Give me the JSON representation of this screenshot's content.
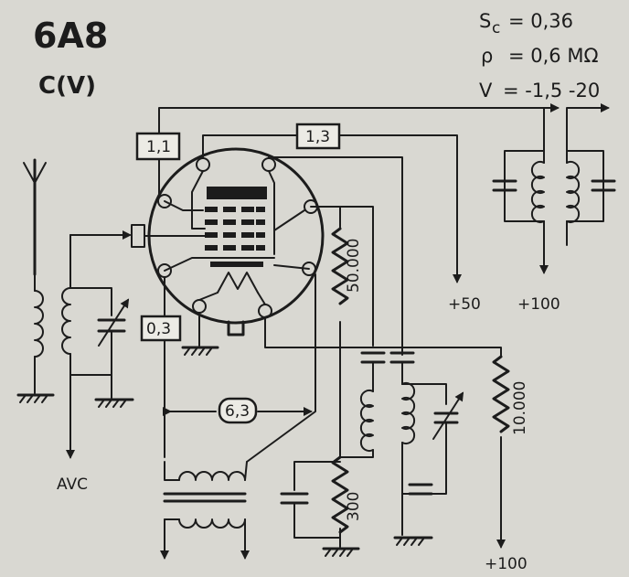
{
  "title": {
    "tube": "6A8",
    "subtitle": "C(V)"
  },
  "specs": [
    {
      "symbol": "S",
      "sub": "c",
      "value": "= 0,36"
    },
    {
      "symbol": "ρ",
      "sub": "",
      "value": "= 0,6 MΩ"
    },
    {
      "symbol": "V",
      "sub": "",
      "value": "= -1,5 -20"
    }
  ],
  "labels": {
    "pin_1_1": "1,1",
    "pin_1_3": "1,3",
    "pin_0_3": "0,3",
    "heater": "6,3",
    "plus50": "+50",
    "plus100_top": "+100",
    "plus100_bottom": "+100",
    "avc": "AVC",
    "r_50000": "50.000",
    "r_10000": "10.000",
    "r_300": "300"
  },
  "colors": {
    "paper": "#d9d8d2",
    "ink": "#1c1c1c",
    "box_fill": "#ecebe5"
  }
}
